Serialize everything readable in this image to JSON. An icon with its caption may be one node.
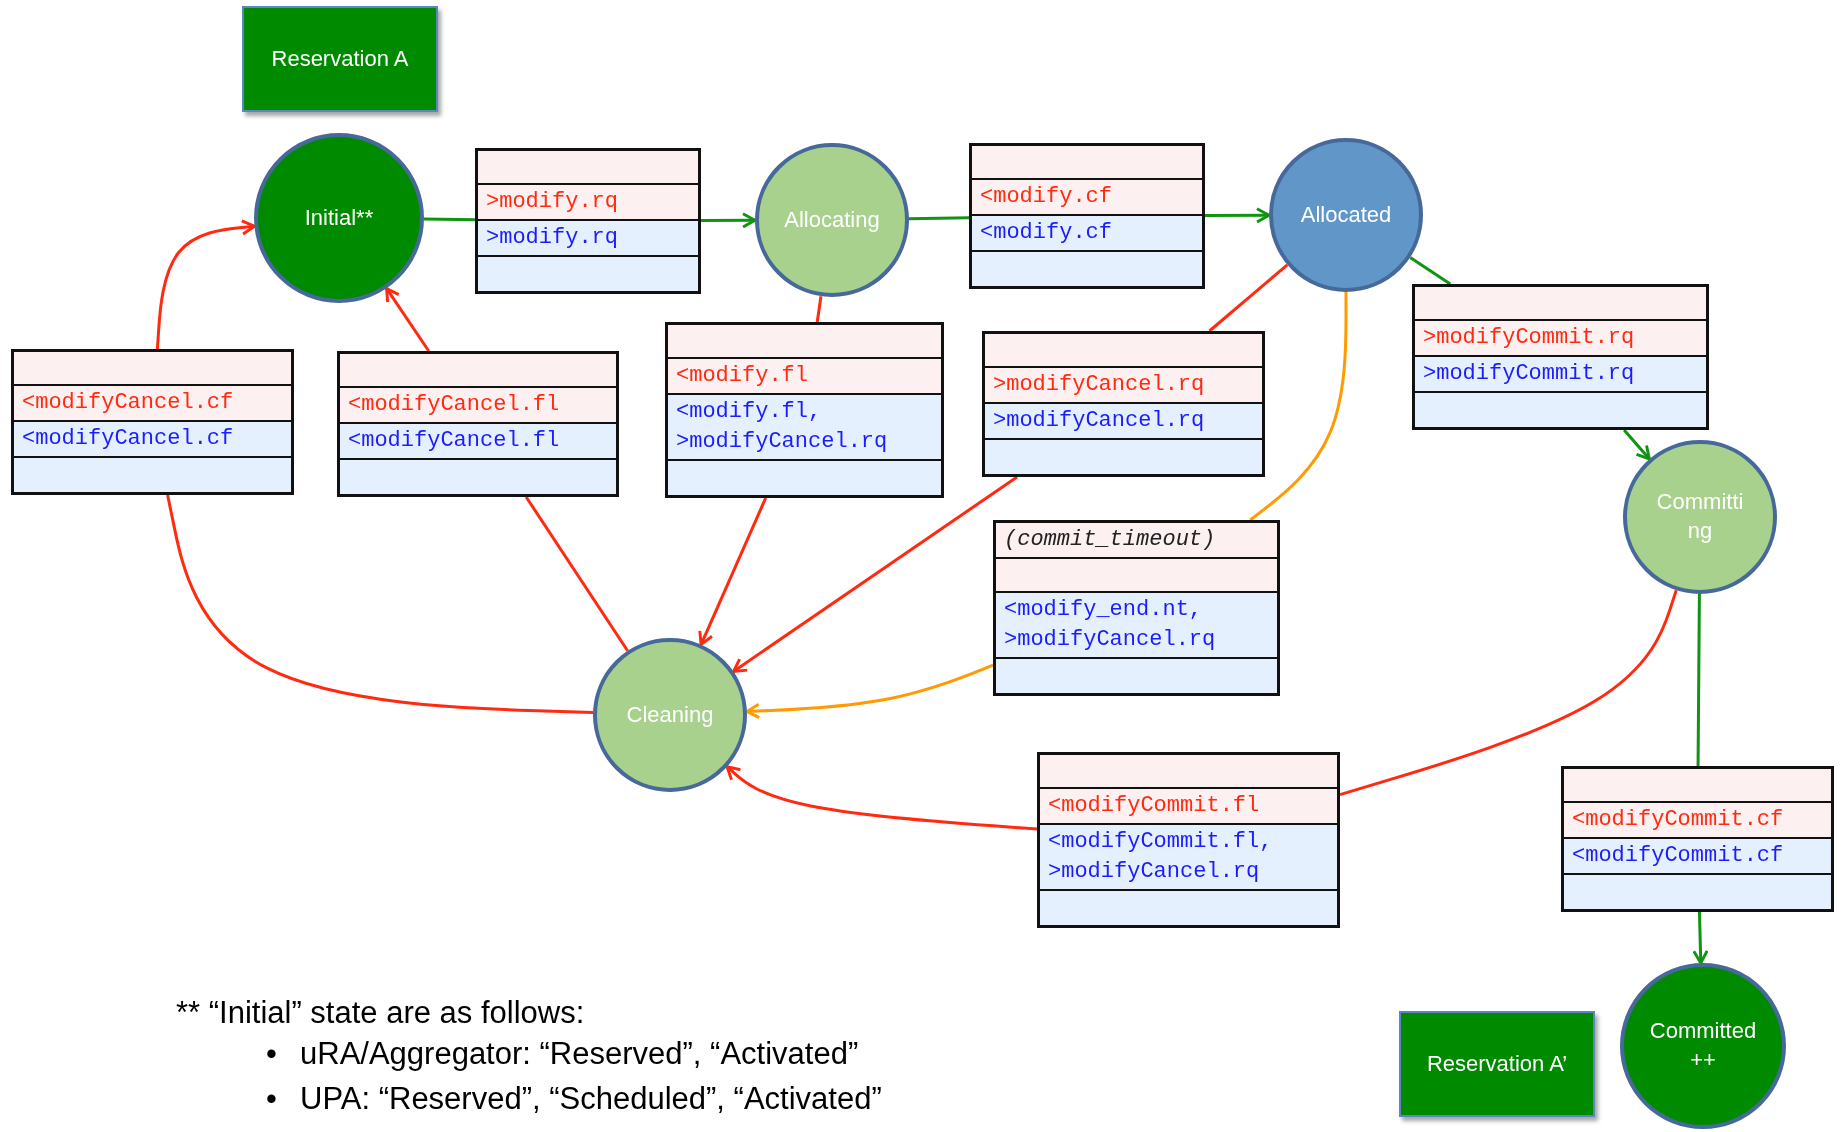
{
  "diagram": {
    "nodes": [
      {
        "text": [
          "Reservation A"
        ]
      },
      {
        "text": [
          "Initial**"
        ]
      },
      {
        "text": [
          "Allocating"
        ]
      },
      {
        "text": [
          "Allocated"
        ]
      },
      {
        "text": [
          "Committing"
        ]
      },
      {
        "text": [
          "Cleaning"
        ]
      },
      {
        "text": [
          "Committed ++"
        ]
      },
      {
        "text": [
          "Reservation A’"
        ]
      },
      {
        "text": [
          ">modify.rq",
          ">modify.rq"
        ]
      },
      {
        "text": [
          "<modify.cf",
          "<modify.cf"
        ]
      },
      {
        "text": [
          "<modifyCancel.cf",
          "<modifyCancel.cf"
        ]
      },
      {
        "text": [
          "<modifyCancel.fl",
          "<modifyCancel.fl"
        ]
      },
      {
        "text": [
          "<modify.fl",
          "<modify.fl, >modifyCancel.rq"
        ]
      },
      {
        "text": [
          ">modifyCancel.rq",
          ">modifyCancel.rq"
        ]
      },
      {
        "text": [
          ">modifyCommit.rq",
          ">modifyCommit.rq"
        ]
      },
      {
        "text": [
          "(commit_timeout)",
          "<modify_end.nt, >modifyCancel.rq"
        ]
      },
      {
        "text": [
          "<modifyCommit.fl",
          "<modifyCommit.fl, >modifyCancel.rq"
        ]
      },
      {
        "text": [
          "<modifyCommit.cf",
          "<modifyCommit.cf"
        ]
      }
    ],
    "edges": [
      {
        "from": 1,
        "to": 8,
        "arrow": "none",
        "color": "#119411"
      },
      {
        "from": 8,
        "to": 2,
        "arrow": "to",
        "color": "#119411"
      },
      {
        "from": 2,
        "to": 9,
        "arrow": "none",
        "color": "#119411"
      },
      {
        "from": 9,
        "to": 3,
        "arrow": "to",
        "color": "#119411"
      },
      {
        "from": 3,
        "to": 14,
        "arrow": "none",
        "color": "#119411"
      },
      {
        "from": 14,
        "to": 4,
        "arrow": "to",
        "color": "#119411"
      },
      {
        "from": 4,
        "to": 17,
        "arrow": "none",
        "color": "#119411"
      },
      {
        "from": 17,
        "to": 6,
        "arrow": "to",
        "color": "#119411"
      },
      {
        "from": 5,
        "to": 10,
        "arrow": "none"
      },
      {
        "from": 10,
        "to": 1,
        "arrow": "to"
      },
      {
        "from": 5,
        "to": 11,
        "arrow": "none"
      },
      {
        "from": 11,
        "to": 1,
        "arrow": "to"
      },
      {
        "from": 2,
        "to": 12,
        "arrow": "none"
      },
      {
        "from": 12,
        "to": 5,
        "arrow": "to"
      },
      {
        "from": 3,
        "to": 13,
        "arrow": "none"
      },
      {
        "from": 13,
        "to": 5,
        "arrow": "to"
      },
      {
        "from": 3,
        "to": 15,
        "arrow": "none",
        "color": "#ff9a00"
      },
      {
        "from": 15,
        "to": 5,
        "arrow": "to",
        "color": "#ff9a00"
      },
      {
        "from": 4,
        "to": 16,
        "arrow": "none"
      },
      {
        "from": 16,
        "to": 5,
        "arrow": "to"
      }
    ],
    "labels": [
      "** “Initial” state are as follows:",
      "•",
      "uRA/Aggregator: “Reserved”, “Activated”",
      "•",
      "UPA: “Reserved”, “Scheduled”, “Activated”"
    ]
  }
}
